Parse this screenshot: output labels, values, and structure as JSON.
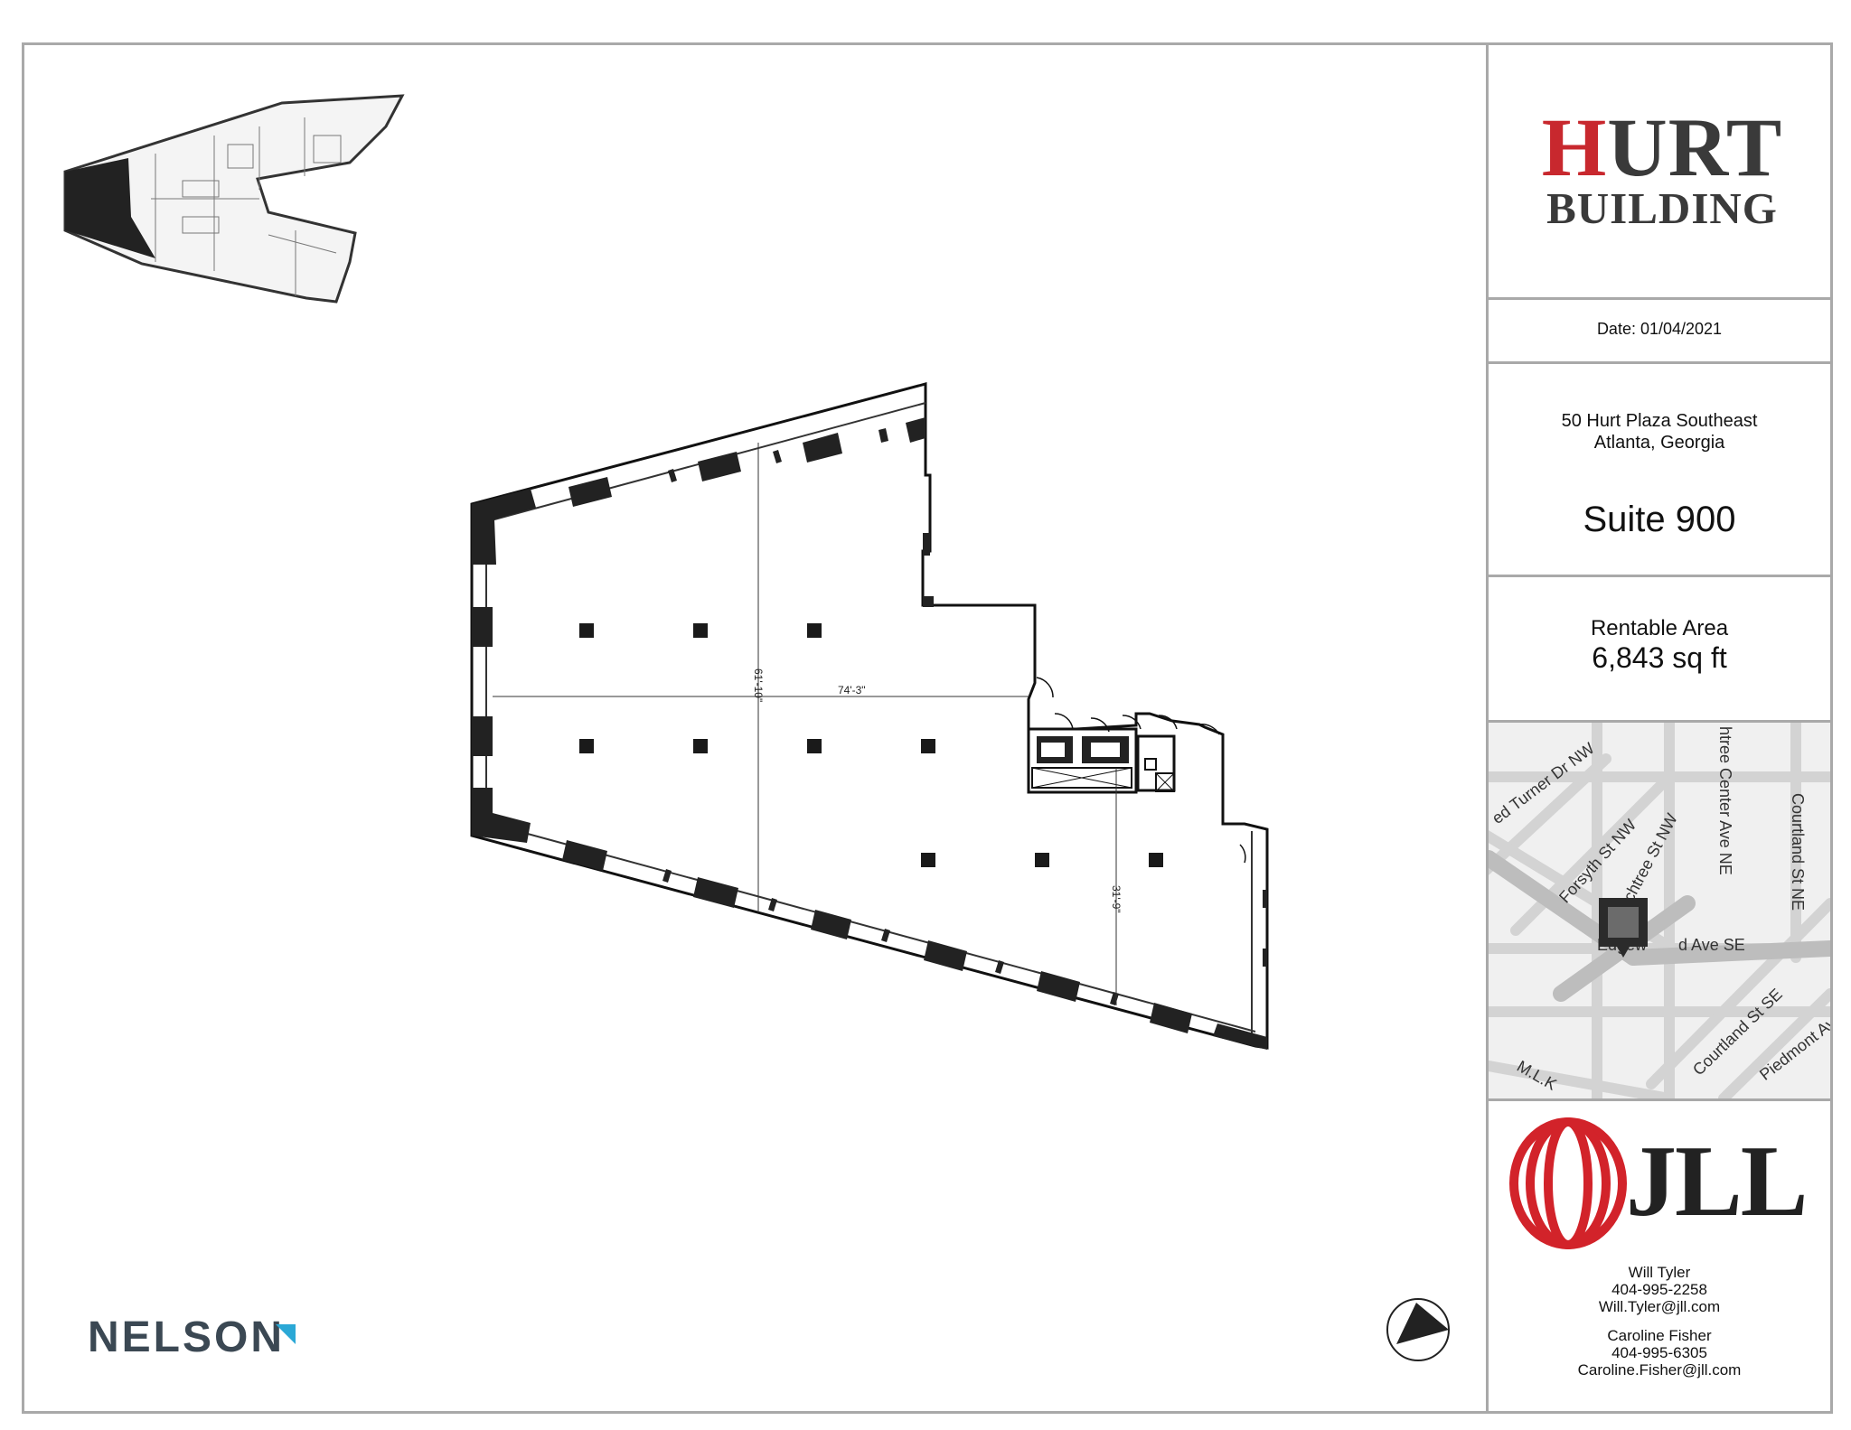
{
  "brand": {
    "title_h": "H",
    "title_rest": "URT",
    "title_line2": "BUILDING",
    "accent_color": "#c8282e"
  },
  "date_text": "Date: 01/04/2021",
  "address": {
    "line1": "50 Hurt Plaza Southeast",
    "line2": "Atlanta, Georgia"
  },
  "suite": "Suite 900",
  "area": {
    "label": "Rentable Area",
    "value": "6,843 sq ft"
  },
  "map": {
    "streets": [
      "ed Turner Dr NW",
      "Forsyth St NW",
      "Peachtree St NW",
      "htree Center Ave NE",
      "Courtland St NE",
      "Edgew",
      "d Ave SE",
      "Courtland St SE",
      "Piedmont Av",
      "M.L.K"
    ],
    "marker_icon": "location-marker-icon"
  },
  "broker_logo": "JLL",
  "contacts": [
    {
      "name": "Will Tyler",
      "phone": "404-995-2258",
      "email": "Will.Tyler@jll.com"
    },
    {
      "name": "Caroline Fisher",
      "phone": "404-995-6305",
      "email": "Caroline.Fisher@jll.com"
    }
  ],
  "architect_logo": "NELSON",
  "dimensions": {
    "horizontal": "74'-3\"",
    "vertical_left": "61'-10\"",
    "vertical_right": "31'-9\""
  },
  "icons": {
    "north_arrow": "north-arrow-icon",
    "key_plan": "key-plan-icon"
  }
}
